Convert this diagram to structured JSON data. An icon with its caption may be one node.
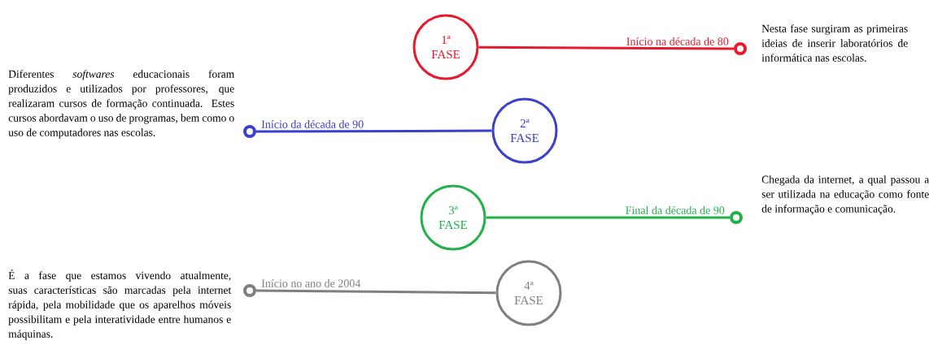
{
  "diagram": {
    "nodes": [
      {
        "text": [
          "1ª FASE"
        ]
      },
      {
        "text": [],
        "shape": "circle",
        "beside": [
          "Nesta fase surgiram as primeiras ideias de inserir laboratórios de informática nas escolas."
        ]
      },
      {
        "text": [],
        "shape": "circle",
        "beside": [
          "Diferentes *softwares* educacionais foram produzidos e utilizados por professores, que realizaram cursos de formação continuada. Estes cursos abordavam o uso de programas, bem como o uso de computadores nas escolas."
        ]
      },
      {
        "text": [
          "2ª FASE"
        ]
      },
      {
        "text": [
          "3ª FASE"
        ]
      },
      {
        "text": [],
        "shape": "circle",
        "beside": [
          "Chegada da internet, a qual passou a ser utilizada na educação como fonte de informação e comunicação."
        ]
      },
      {
        "text": [],
        "shape": "circle",
        "beside": [
          "É a fase que estamos vivendo atualmente, suas características são marcadas pela internet rápida, pela mobilidade que os aparelhos móveis possibilitam e pela interatividade entre humanos e máquinas."
        ]
      },
      {
        "text": [
          "4ª FASE"
        ]
      }
    ],
    "edges": [
      {
        "from": 0,
        "to": 1,
        "arrow": "none",
        "label": "Início na década de 80",
        "color": "#e8192c"
      },
      {
        "from": 3,
        "to": 2,
        "arrow": "none",
        "label": "Início da década de 90",
        "color": "#3b3fce"
      },
      {
        "from": 4,
        "to": 5,
        "arrow": "none",
        "label": "Final da década de 90",
        "color": "#22b04a"
      },
      {
        "from": 7,
        "to": 6,
        "arrow": "none",
        "label": "Início no ano de 2004",
        "color": "#7f7f7f"
      }
    ]
  }
}
